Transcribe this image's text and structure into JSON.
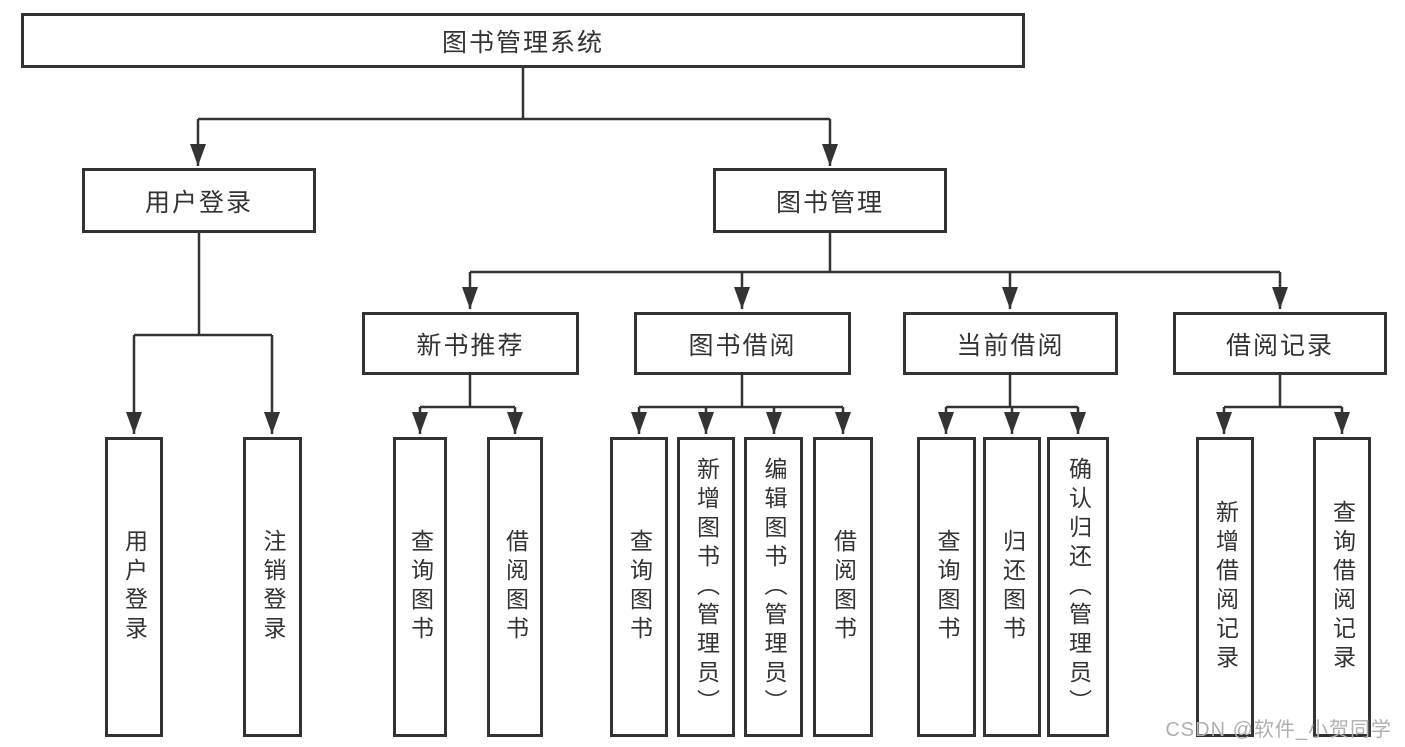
{
  "diagram": {
    "root": {
      "label": "图书管理系统"
    },
    "level2": [
      {
        "label": "用户登录"
      },
      {
        "label": "图书管理"
      }
    ],
    "level3": [
      {
        "label": "新书推荐"
      },
      {
        "label": "图书借阅"
      },
      {
        "label": "当前借阅"
      },
      {
        "label": "借阅记录"
      }
    ],
    "leaves": {
      "user": [
        "用户登录",
        "注销登录"
      ],
      "newbook": [
        "查询图书",
        "借阅图书"
      ],
      "borrow": [
        "查询图书",
        "新增图书（管理员）",
        "编辑图书（管理员）",
        "借阅图书"
      ],
      "current": [
        "查询图书",
        "归还图书",
        "确认归还（管理员）"
      ],
      "records": [
        "新增借阅记录",
        "查询借阅记录"
      ]
    }
  },
  "watermark": "CSDN @软件_小贺同学",
  "colors": {
    "line": "#333333",
    "text": "#333333",
    "box_background": "#ffffff",
    "watermark": "#b0b0b0"
  }
}
